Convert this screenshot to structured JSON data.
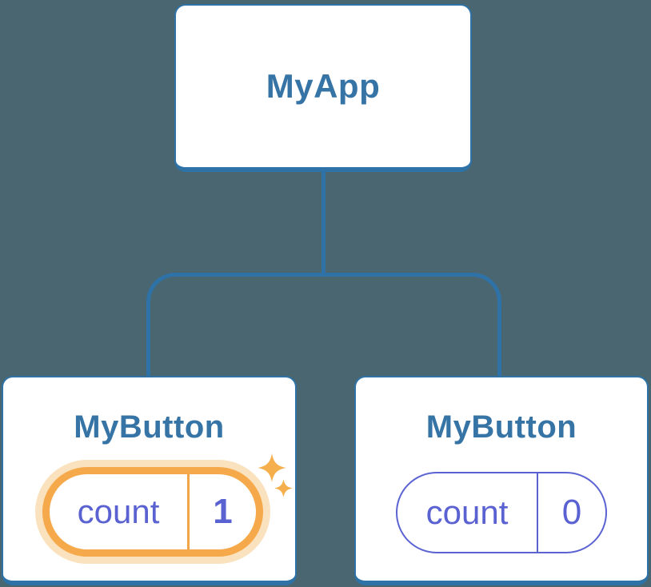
{
  "tree": {
    "root": {
      "label": "MyApp"
    },
    "children": [
      {
        "label": "MyButton",
        "state": {
          "key": "count",
          "value": "1"
        },
        "highlighted": true
      },
      {
        "label": "MyButton",
        "state": {
          "key": "count",
          "value": "0"
        },
        "highlighted": false
      }
    ]
  },
  "icons": {
    "sparkle": "✦"
  },
  "colors": {
    "background": "#4A6670",
    "connector_blue": "#2E72A8",
    "node_border_blue": "#2E72A8",
    "node_title_blue": "#3674A6",
    "state_indigo": "#5A62D2",
    "normal_pill_border": "#5B63D3",
    "highlight_ring_orange": "#F5A94A",
    "highlight_halo_peach": "#FAE2BE",
    "highlight_divider_orange": "#F2A646",
    "sparkle_orange": "#F5B04D",
    "card_background": "#FFFFFF"
  }
}
